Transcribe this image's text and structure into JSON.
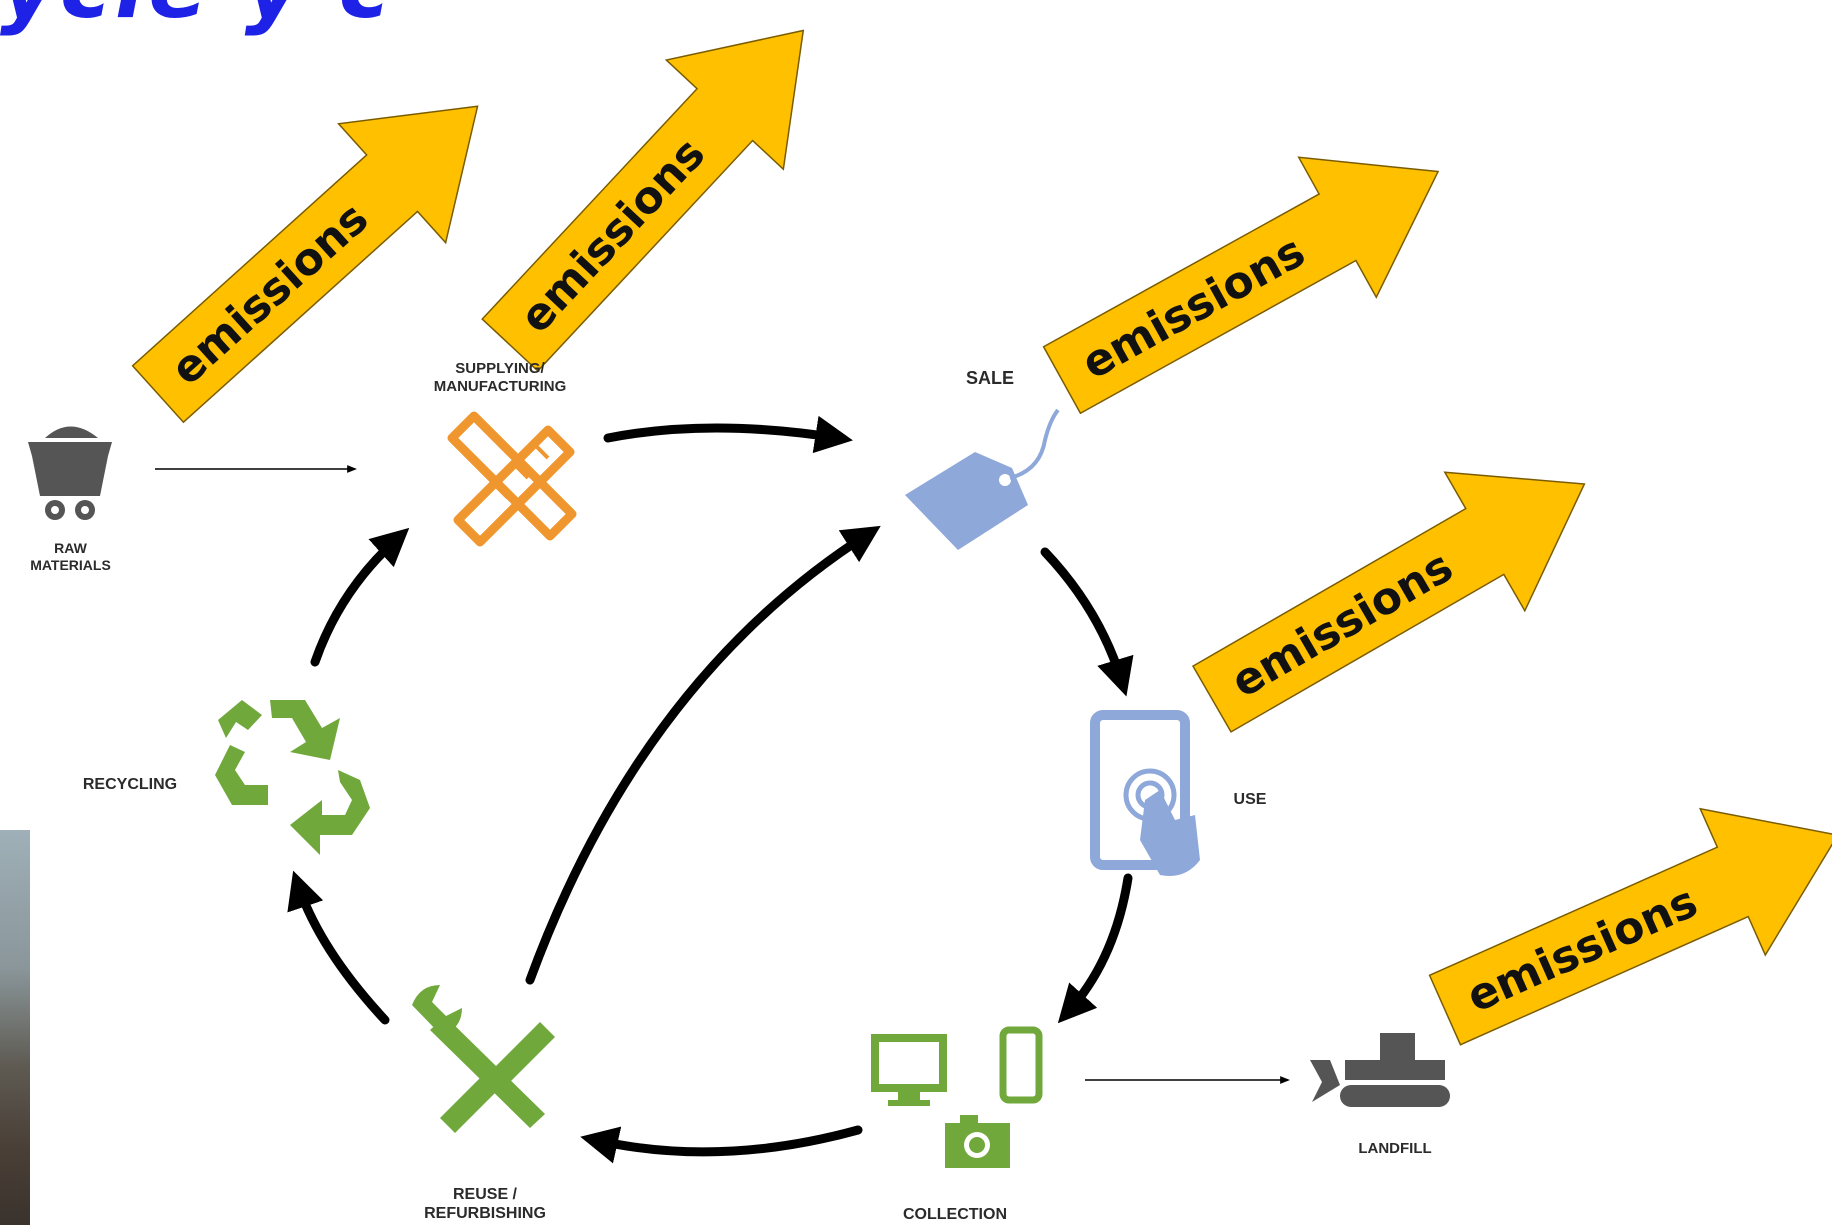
{
  "title_partial": "ycle y c",
  "emission_label": "emissions",
  "colors": {
    "arrow_fill": "#FFC000",
    "arrow_stroke": "#7a5c00",
    "title": "#1e22e6",
    "manufacturing": "#F0962E",
    "sale_use": "#8EA8DA",
    "green": "#70A83C",
    "gray": "#555555"
  },
  "nodes": {
    "raw_materials": "RAW\nMATERIALS",
    "manufacturing": "SUPPLYING/\nMANUFACTURING",
    "sale": "SALE",
    "use": "USE",
    "collection": "COLLECTION",
    "landfill": "LANDFILL",
    "reuse": "REUSE /\nREFURBISHING",
    "recycling": "RECYCLING"
  },
  "icons": {
    "raw_materials": "mine-cart-icon",
    "manufacturing": "ruler-pencil-icon",
    "sale": "price-tag-icon",
    "use": "tablet-touch-icon",
    "collection": "devices-icon",
    "landfill": "bulldozer-icon",
    "reuse": "wrench-screwdriver-icon",
    "recycling": "recycle-icon"
  }
}
